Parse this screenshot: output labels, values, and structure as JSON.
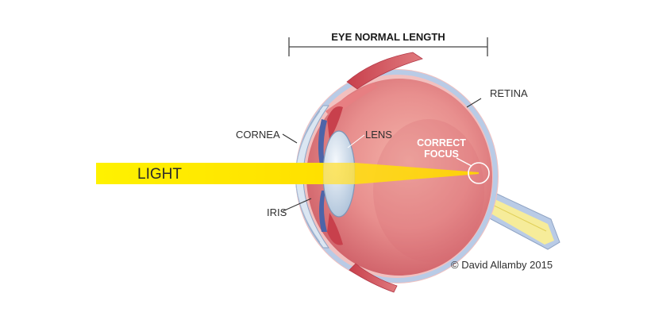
{
  "diagram": {
    "length_label": "EYE NORMAL LENGTH",
    "labels": {
      "retina": "RETINA",
      "cornea": "CORNEA",
      "lens": "LENS",
      "iris": "IRIS",
      "light": "LIGHT",
      "focus_line1": "CORRECT",
      "focus_line2": "FOCUS"
    },
    "credit": "© David Allamby 2015"
  },
  "colors": {
    "light_beam": "#fff200",
    "eyeball": "#e0767a",
    "sclera_rim": "#f2c0bf",
    "retina_band": "#b9cbe6",
    "muscle": "#d5505a",
    "optic_nerve": "#f6ec9a"
  }
}
